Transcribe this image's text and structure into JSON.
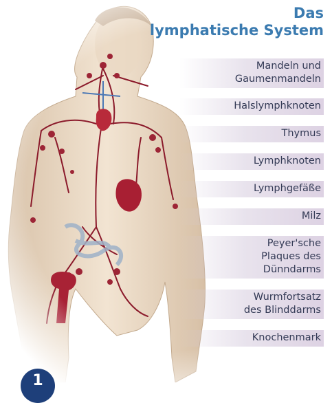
{
  "title_line1": "Das",
  "title_line2": "lymphatische System",
  "labels": [
    "Mandeln und\nGaumenmandeln",
    "Halslymphknoten",
    "Thymus",
    "Lymphknoten",
    "Lymphgefäße",
    "Milz",
    "Peyer'sche\nPlaques des\nDünndarms",
    "Wurmfortsatz\ndes Blinddarms",
    "Knochenmark"
  ],
  "figure_number": "1",
  "colors": {
    "title": "#3b7bb0",
    "label_text": "#333a55",
    "label_band": "#ddd2e3",
    "lymph_vessel": "#8b1a2b",
    "badge": "#1e3f7a"
  }
}
